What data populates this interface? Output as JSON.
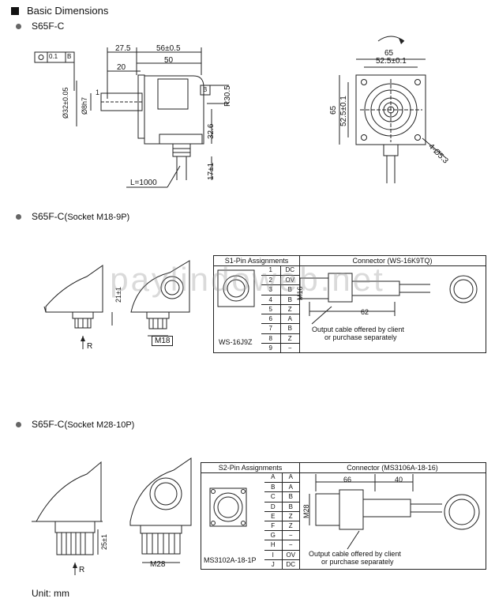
{
  "header": {
    "title": "Basic Dimensions"
  },
  "s1": {
    "title": "S65F-C"
  },
  "s2": {
    "title_main": "S65F-C(",
    "title_paren": "Socket  M18-9P)"
  },
  "s3": {
    "title_main": "S65F-C(",
    "title_paren": "Socket  M28-10P)"
  },
  "watermark": "paylindoweb.net",
  "side": {
    "tol": "0.1",
    "datum_b": "B",
    "d_27_5": "27.5",
    "d_56": "56±0.5",
    "d_20": "20",
    "d_50": "50",
    "d_1": "1",
    "d_32": "Ø32±0.05",
    "d_8": "Ø8h7",
    "d_r30": "R30.5",
    "d_32_6": "32.6",
    "d_17": "17±1",
    "cable": "L=1000"
  },
  "front": {
    "d_65_top": "65",
    "d_52_top": "52.5±0.1",
    "d_65_side": "65",
    "d_52_side": "52.5±0.1",
    "hole": "4-Ø5.3"
  },
  "m18": {
    "dim_m18": "M18",
    "dim_21": "21±1",
    "arrow_r": "R",
    "tbl_head_left": "S1-Pin Assignments",
    "tbl_head_right": "Connector (WS-16K9TQ)",
    "pins": [
      [
        "1",
        "DC"
      ],
      [
        "2",
        "OV"
      ],
      [
        "3",
        "B"
      ],
      [
        "4",
        "B"
      ],
      [
        "5",
        "Z"
      ],
      [
        "6",
        "A"
      ],
      [
        "7",
        "B"
      ],
      [
        "8",
        "Z"
      ],
      [
        "9",
        "−"
      ]
    ],
    "socket_label": "WS-16J9Z",
    "dim_62": "62",
    "dim_m16": "M16",
    "note1": "Output cable offered by client",
    "note2": "or purchase separately"
  },
  "m28": {
    "dim_m28": "M28",
    "dim_25": "25±1",
    "arrow_r": "R",
    "tbl_head_left": "S2-Pin Assignments",
    "tbl_head_right": "Connector (MS3106A-18-16)",
    "pins": [
      [
        "A",
        "A"
      ],
      [
        "B",
        "A"
      ],
      [
        "C",
        "B"
      ],
      [
        "D",
        "B"
      ],
      [
        "E",
        "Z"
      ],
      [
        "F",
        "Z"
      ],
      [
        "G",
        "−"
      ],
      [
        "H",
        "−"
      ],
      [
        "I",
        "OV"
      ],
      [
        "J",
        "DC"
      ]
    ],
    "socket_label": "MS3102A-18-1P",
    "dim_66": "66",
    "dim_40": "40",
    "dim_m28c": "M28",
    "note1": "Output cable offered by client",
    "note2": "or purchase separately"
  },
  "footer": {
    "unit": "Unit: mm"
  }
}
